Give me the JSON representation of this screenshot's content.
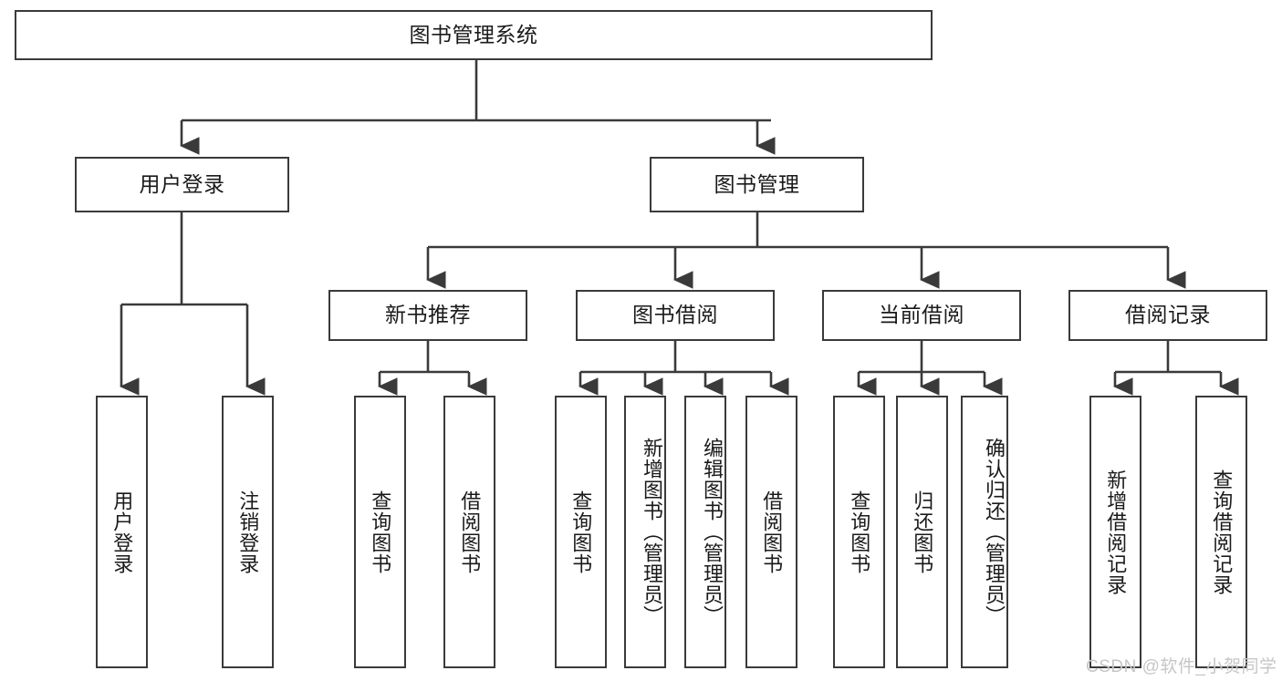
{
  "diagram": {
    "type": "hierarchy-tree",
    "title": "图书管理系统",
    "root": {
      "label": "图书管理系统"
    },
    "level2": [
      {
        "label": "用户登录"
      },
      {
        "label": "图书管理"
      }
    ],
    "level3": [
      {
        "label": "新书推荐"
      },
      {
        "label": "图书借阅"
      },
      {
        "label": "当前借阅"
      },
      {
        "label": "借阅记录"
      }
    ],
    "leaves": {
      "user_login": [
        {
          "label": "用户登录"
        },
        {
          "label": "注销登录"
        }
      ],
      "new_book_recommend": [
        {
          "label": "查询图书"
        },
        {
          "label": "借阅图书"
        }
      ],
      "book_borrow": [
        {
          "label": "查询图书"
        },
        {
          "label": "新增图书（管理员）"
        },
        {
          "label": "编辑图书（管理员）"
        },
        {
          "label": "借阅图书"
        }
      ],
      "current_borrow": [
        {
          "label": "查询图书"
        },
        {
          "label": "归还图书"
        },
        {
          "label": "确认归还（管理员）"
        }
      ],
      "borrow_record": [
        {
          "label": "新增借阅记录"
        },
        {
          "label": "查询借阅记录"
        }
      ]
    }
  },
  "watermark": {
    "text": "CSDN @软件_小贺同学"
  },
  "colors": {
    "border": "#3a3a3a",
    "background": "#ffffff",
    "text": "#1a1a1a",
    "watermark": "#c6c6c6"
  }
}
